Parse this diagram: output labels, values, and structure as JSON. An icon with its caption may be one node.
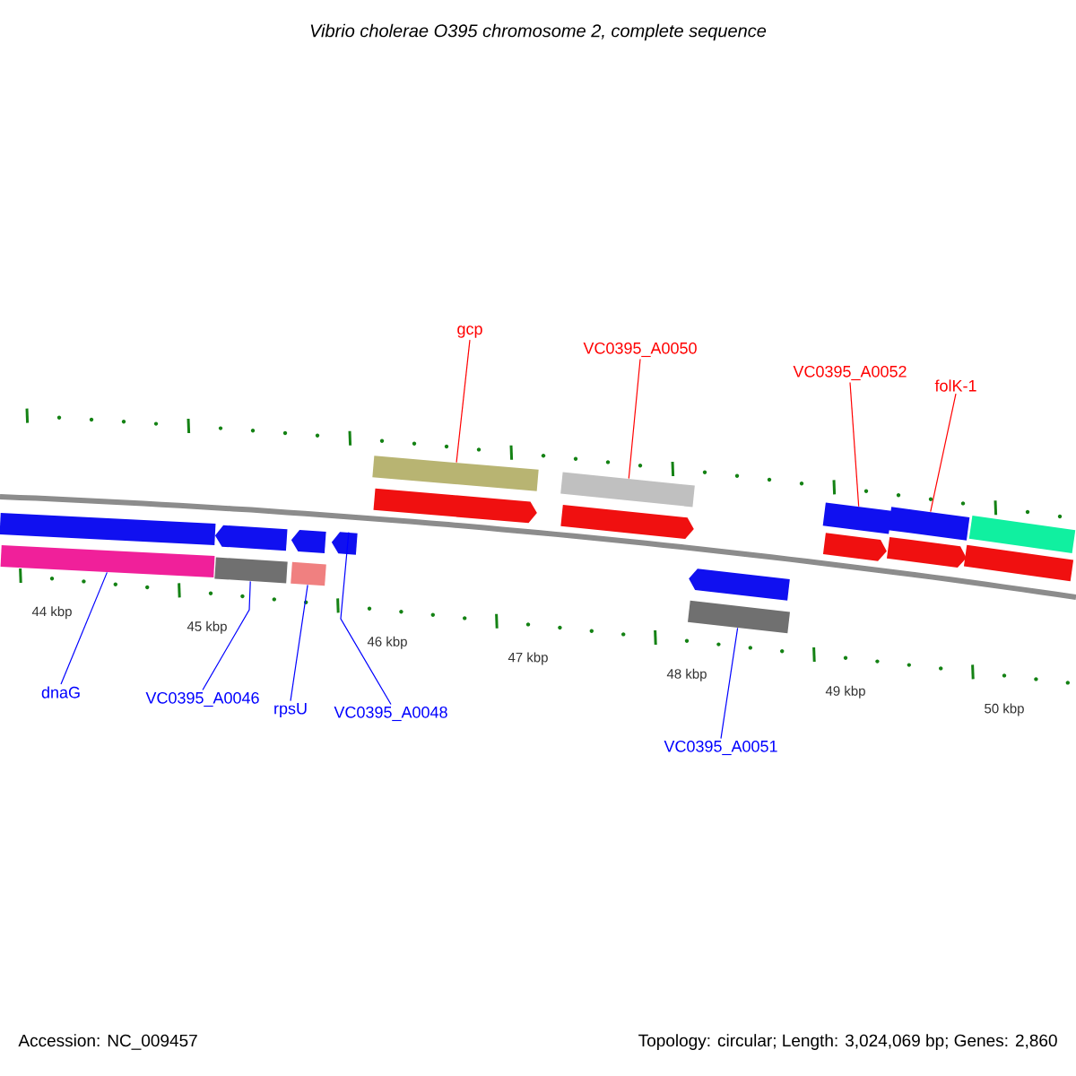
{
  "diagram": {
    "title": "Vibrio cholerae O395 chromosome 2, complete sequence",
    "nodes": [
      {
        "text": [
          "gcp"
        ]
      },
      {
        "text": [
          "VC0395_A0050"
        ]
      },
      {
        "text": [
          "VC0395_A0052"
        ]
      },
      {
        "text": [
          "folK-1"
        ]
      },
      {
        "text": [
          "dnaG"
        ]
      },
      {
        "text": [
          "VC0395_A0046"
        ]
      },
      {
        "text": [
          "rpsU"
        ]
      },
      {
        "text": [
          "VC0395_A0048"
        ]
      },
      {
        "text": [
          "VC0395_A0051"
        ]
      },
      {
        "text": [],
        "shape": "bar"
      },
      {
        "text": [],
        "shape": "bar"
      },
      {
        "text": [],
        "shape": "arrow"
      },
      {
        "text": [],
        "shape": "bar"
      },
      {
        "text": [],
        "shape": "arrow"
      },
      {
        "text": [],
        "shape": "bar"
      },
      {
        "text": [],
        "shape": "arrow"
      },
      {
        "text": [],
        "shape": "bar"
      },
      {
        "text": [],
        "shape": "arrow"
      },
      {
        "text": [],
        "shape": "bar"
      },
      {
        "text": [],
        "shape": "arrow"
      },
      {
        "text": [],
        "shape": "arrow"
      },
      {
        "text": [],
        "shape": "bar"
      },
      {
        "text": [],
        "shape": "bar"
      },
      {
        "text": [],
        "shape": "bar"
      },
      {
        "text": [],
        "shape": "bar"
      },
      {
        "text": [],
        "shape": "arrow"
      },
      {
        "text": [],
        "shape": "arrow"
      },
      {
        "text": [],
        "shape": "bar"
      }
    ],
    "edges": [
      {
        "from": 0,
        "to": 16,
        "arrow": "none",
        "color": "#ff0000"
      },
      {
        "from": 1,
        "to": 18,
        "arrow": "none",
        "color": "#ff0000"
      },
      {
        "from": 2,
        "to": 22,
        "arrow": "none",
        "color": "#ff0000"
      },
      {
        "from": 3,
        "to": 23,
        "arrow": "none",
        "color": "#ff0000"
      },
      {
        "from": 4,
        "to": 10,
        "arrow": "none"
      },
      {
        "from": 5,
        "to": 12,
        "arrow": "none"
      },
      {
        "from": 6,
        "to": 14,
        "arrow": "none"
      },
      {
        "from": 7,
        "to": 15,
        "arrow": "none"
      },
      {
        "from": 8,
        "to": 21,
        "arrow": "none"
      }
    ],
    "labels": [
      "44 kbp",
      "45 kbp",
      "46 kbp",
      "47 kbp",
      "48 kbp",
      "49 kbp",
      "50 kbp",
      "Accession: NC_009457",
      "Topology: circular; Length: 3,024,069 bp; Genes: 2,860"
    ]
  }
}
